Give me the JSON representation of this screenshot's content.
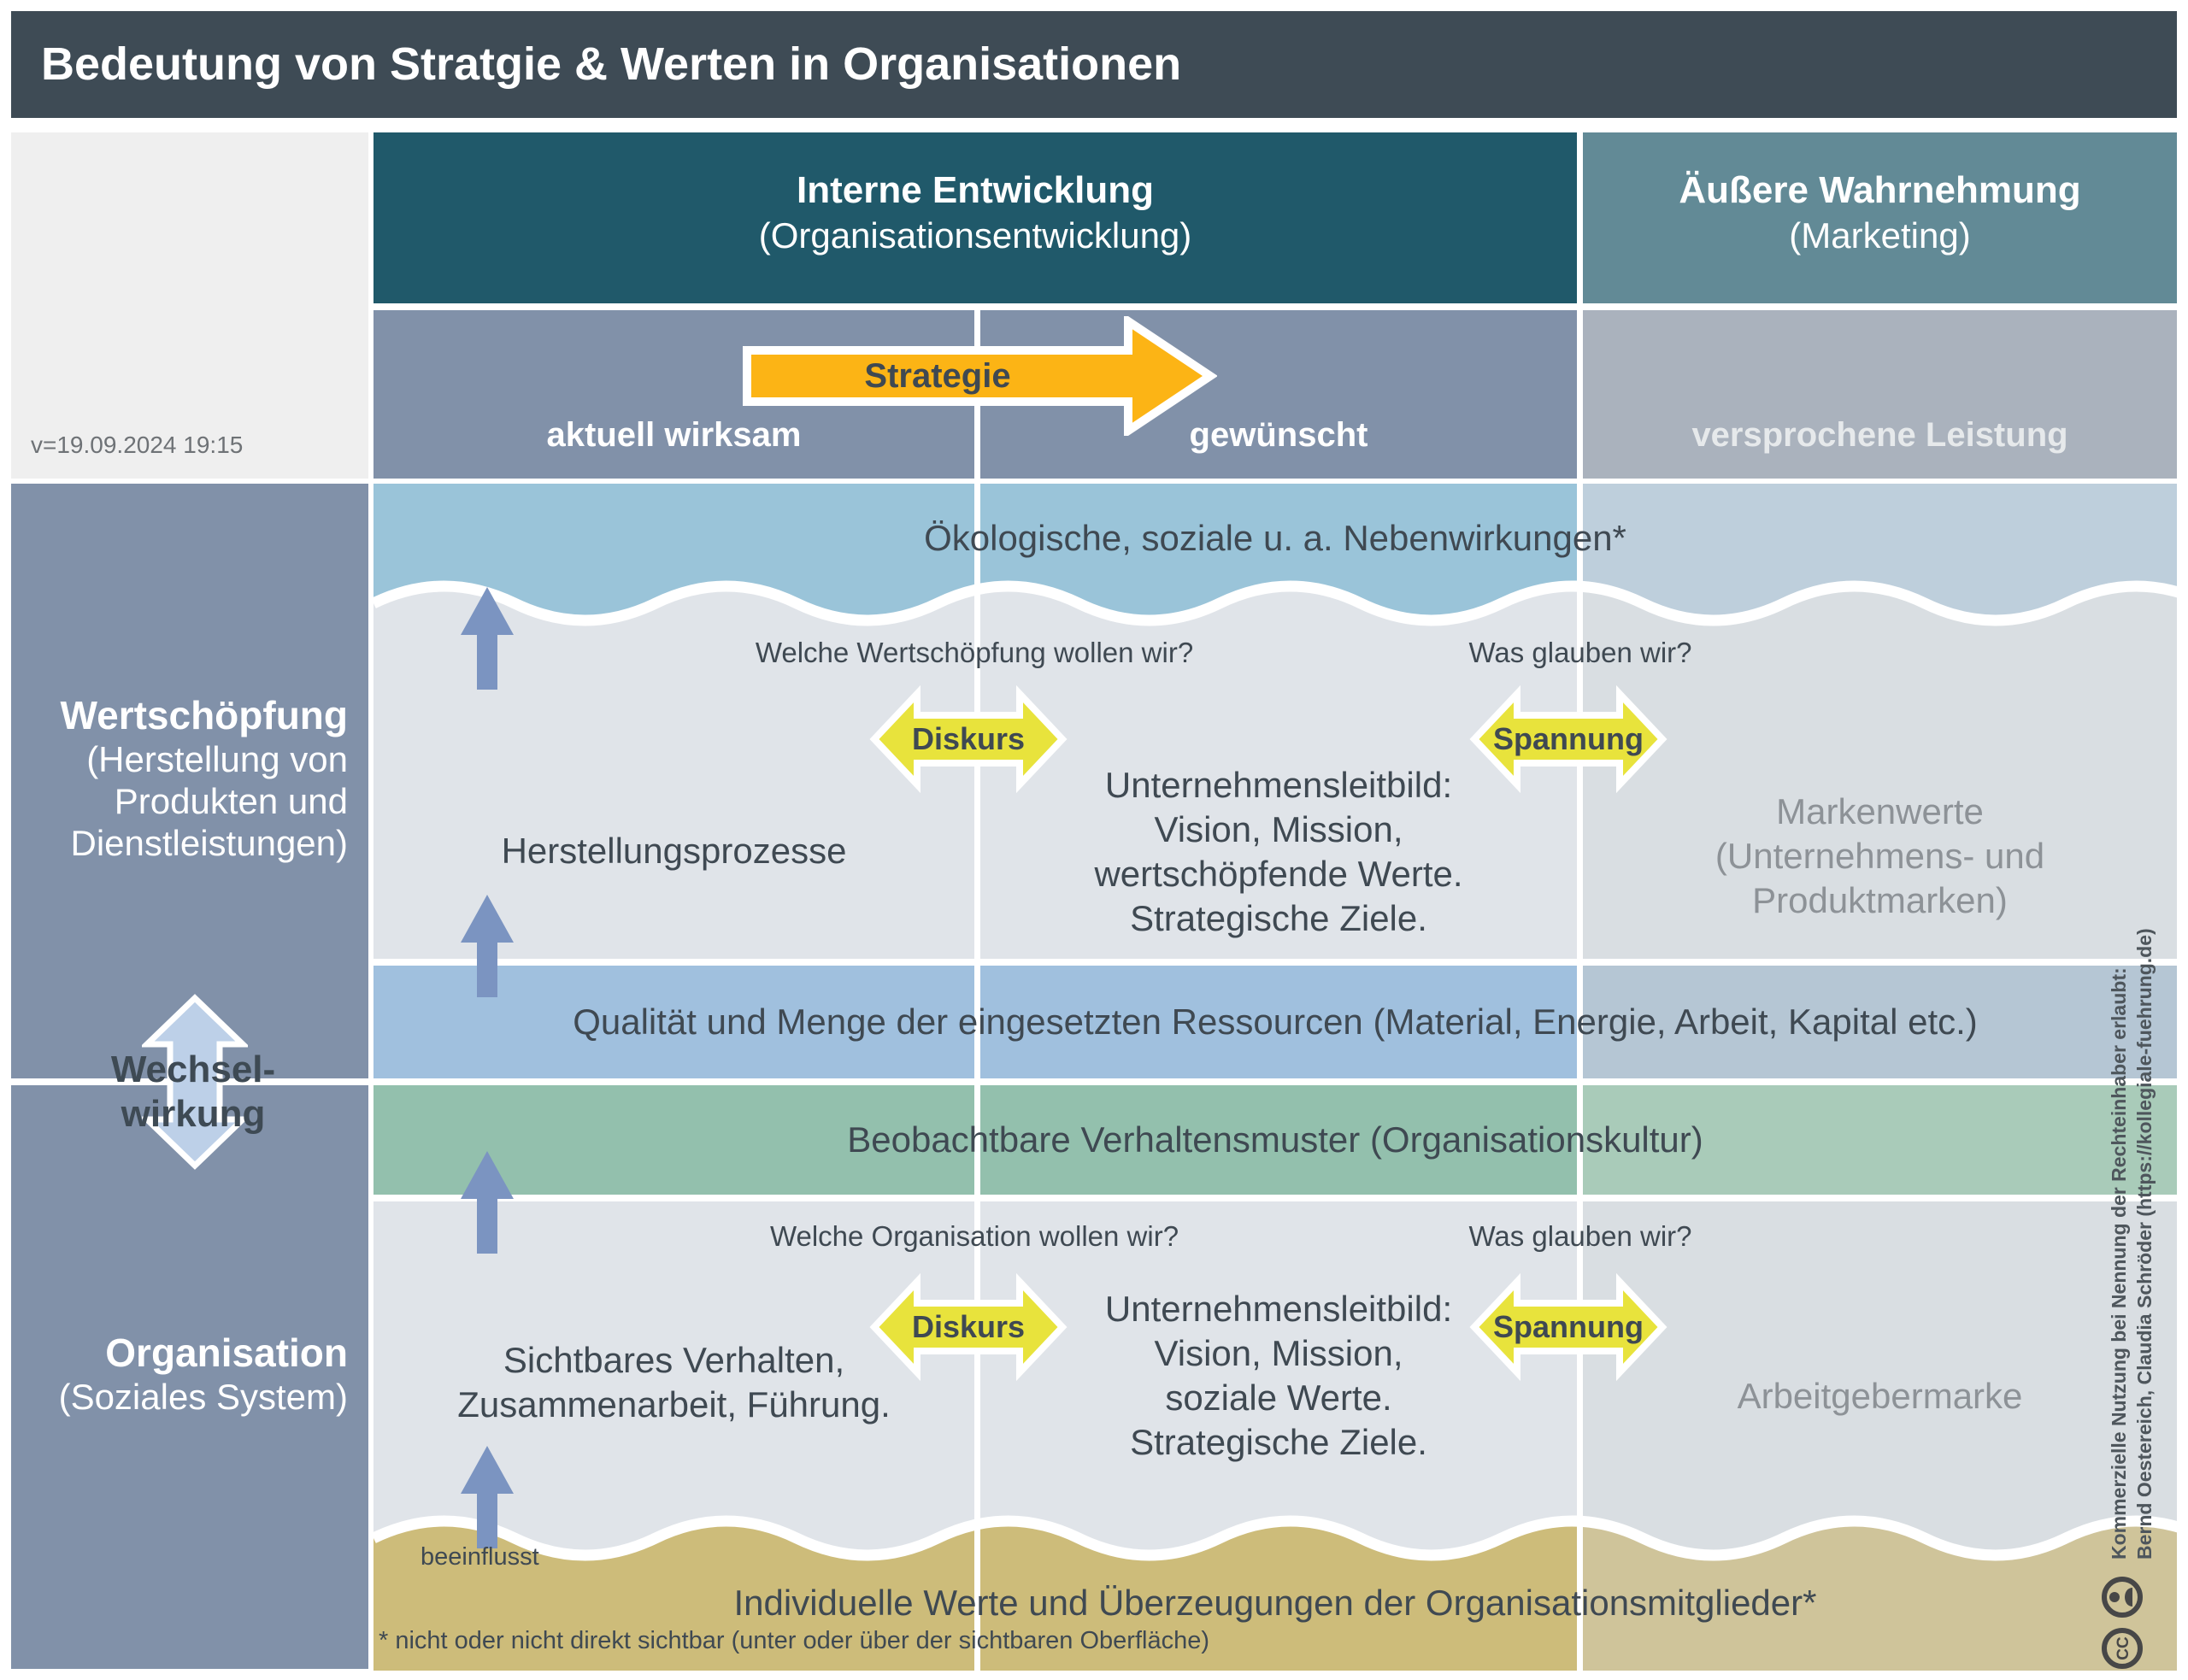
{
  "title": "Bedeutung von Stratgie & Werten in Organisationen",
  "version_label": "v=19.09.2024 19:15",
  "header": {
    "internal": {
      "title": "Interne Entwicklung",
      "subtitle": "(Organisationsentwicklung)"
    },
    "external": {
      "title": "Äußere Wahrnehmung",
      "subtitle": "(Marketing)"
    }
  },
  "strategy_row": {
    "arrow_label": "Strategie",
    "current": "aktuell wirksam",
    "desired": "gewünscht",
    "promised": "versprochene Leistung"
  },
  "left_axis": {
    "value_creation": {
      "title": "Wertschöpfung",
      "subtitle_lines": [
        "(Herstellung von",
        "Produkten und",
        "Dienstleistungen)"
      ]
    },
    "interaction": {
      "line1": "Wechsel-",
      "line2": "wirkung"
    },
    "organisation": {
      "title": "Organisation",
      "subtitle": "(Soziales System)"
    }
  },
  "value_section": {
    "side_effects": "Ökologische, soziale u. a. Nebenwirkungen*",
    "question_left": "Welche Wertschöpfung wollen wir?",
    "question_right": "Was glauben wir?",
    "diskurs": "Diskurs",
    "spannung": "Spannung",
    "col1": "Herstellungsprozesse",
    "col2_lines": [
      "Unternehmensleitbild:",
      "Vision, Mission,",
      "wertschöpfende Werte.",
      "Strategische Ziele."
    ],
    "col3_lines": [
      "Markenwerte",
      "(Unternehmens- und",
      "Produktmarken)"
    ]
  },
  "resources_band": "Qualität und Menge der eingesetzten Ressourcen (Material, Energie, Arbeit, Kapital etc.)",
  "culture_band": "Beobachtbare Verhaltensmuster (Organisationskultur)",
  "org_section": {
    "question_left": "Welche Organisation wollen wir?",
    "question_right": "Was glauben wir?",
    "diskurs": "Diskurs",
    "spannung": "Spannung",
    "col1_lines": [
      "Sichtbares Verhalten,",
      "Zusammenarbeit, Führung."
    ],
    "col2_lines": [
      "Unternehmensleitbild:",
      "Vision, Mission,",
      "soziale Werte.",
      "Strategische Ziele."
    ],
    "col3": "Arbeitgebermarke"
  },
  "bottom": {
    "influences": "beeinflusst",
    "individual_values": "Individuelle Werte und Überzeugungen der Organisationsmitglieder*",
    "footnote": "* nicht oder nicht direkt sichtbar (unter oder über der sichtbaren Oberfläche)"
  },
  "copyright": {
    "line1": "Kommerzielle Nutzung bei Nennung der Rechteinhaber erlaubt:",
    "line2": "Bernd Oestereich, Claudia Schröder (https://kollegiale-fuehrung.de)",
    "cc_label": "CC"
  },
  "colors": {
    "title_bar": "#3E4B55",
    "header_internal": "#20596A",
    "header_external": "#628A96",
    "strategy_cell": "#8191A9",
    "strategy_cell_right": "#AAB2BD",
    "left_column": "#8191A9",
    "corner_cell": "#EFEFEF",
    "side_effects_blue": "#9AC4D9",
    "side_effects_blue_right": "#BECFDC",
    "gray_area": "#E0E4E9",
    "gray_area_right": "#D9DEE2",
    "resources_blue": "#A0C0DE",
    "resources_blue_right": "#B5C6D4",
    "culture_green": "#93C0AD",
    "culture_green_right": "#A9CBB9",
    "sand": "#CDBC7A",
    "sand_right": "#CFC49A",
    "yellow_arrow": "#E8E33C",
    "orange_arrow": "#FCB415",
    "blue_arrow": "#7B94C1",
    "interaction_arrow": "#BDD0E8",
    "dark_text": "#3F4952",
    "gray_text": "#8D9297",
    "muted_text": "#6E7276",
    "copyright_text": "#4E565C",
    "promised_text": "#E6E9EB"
  }
}
